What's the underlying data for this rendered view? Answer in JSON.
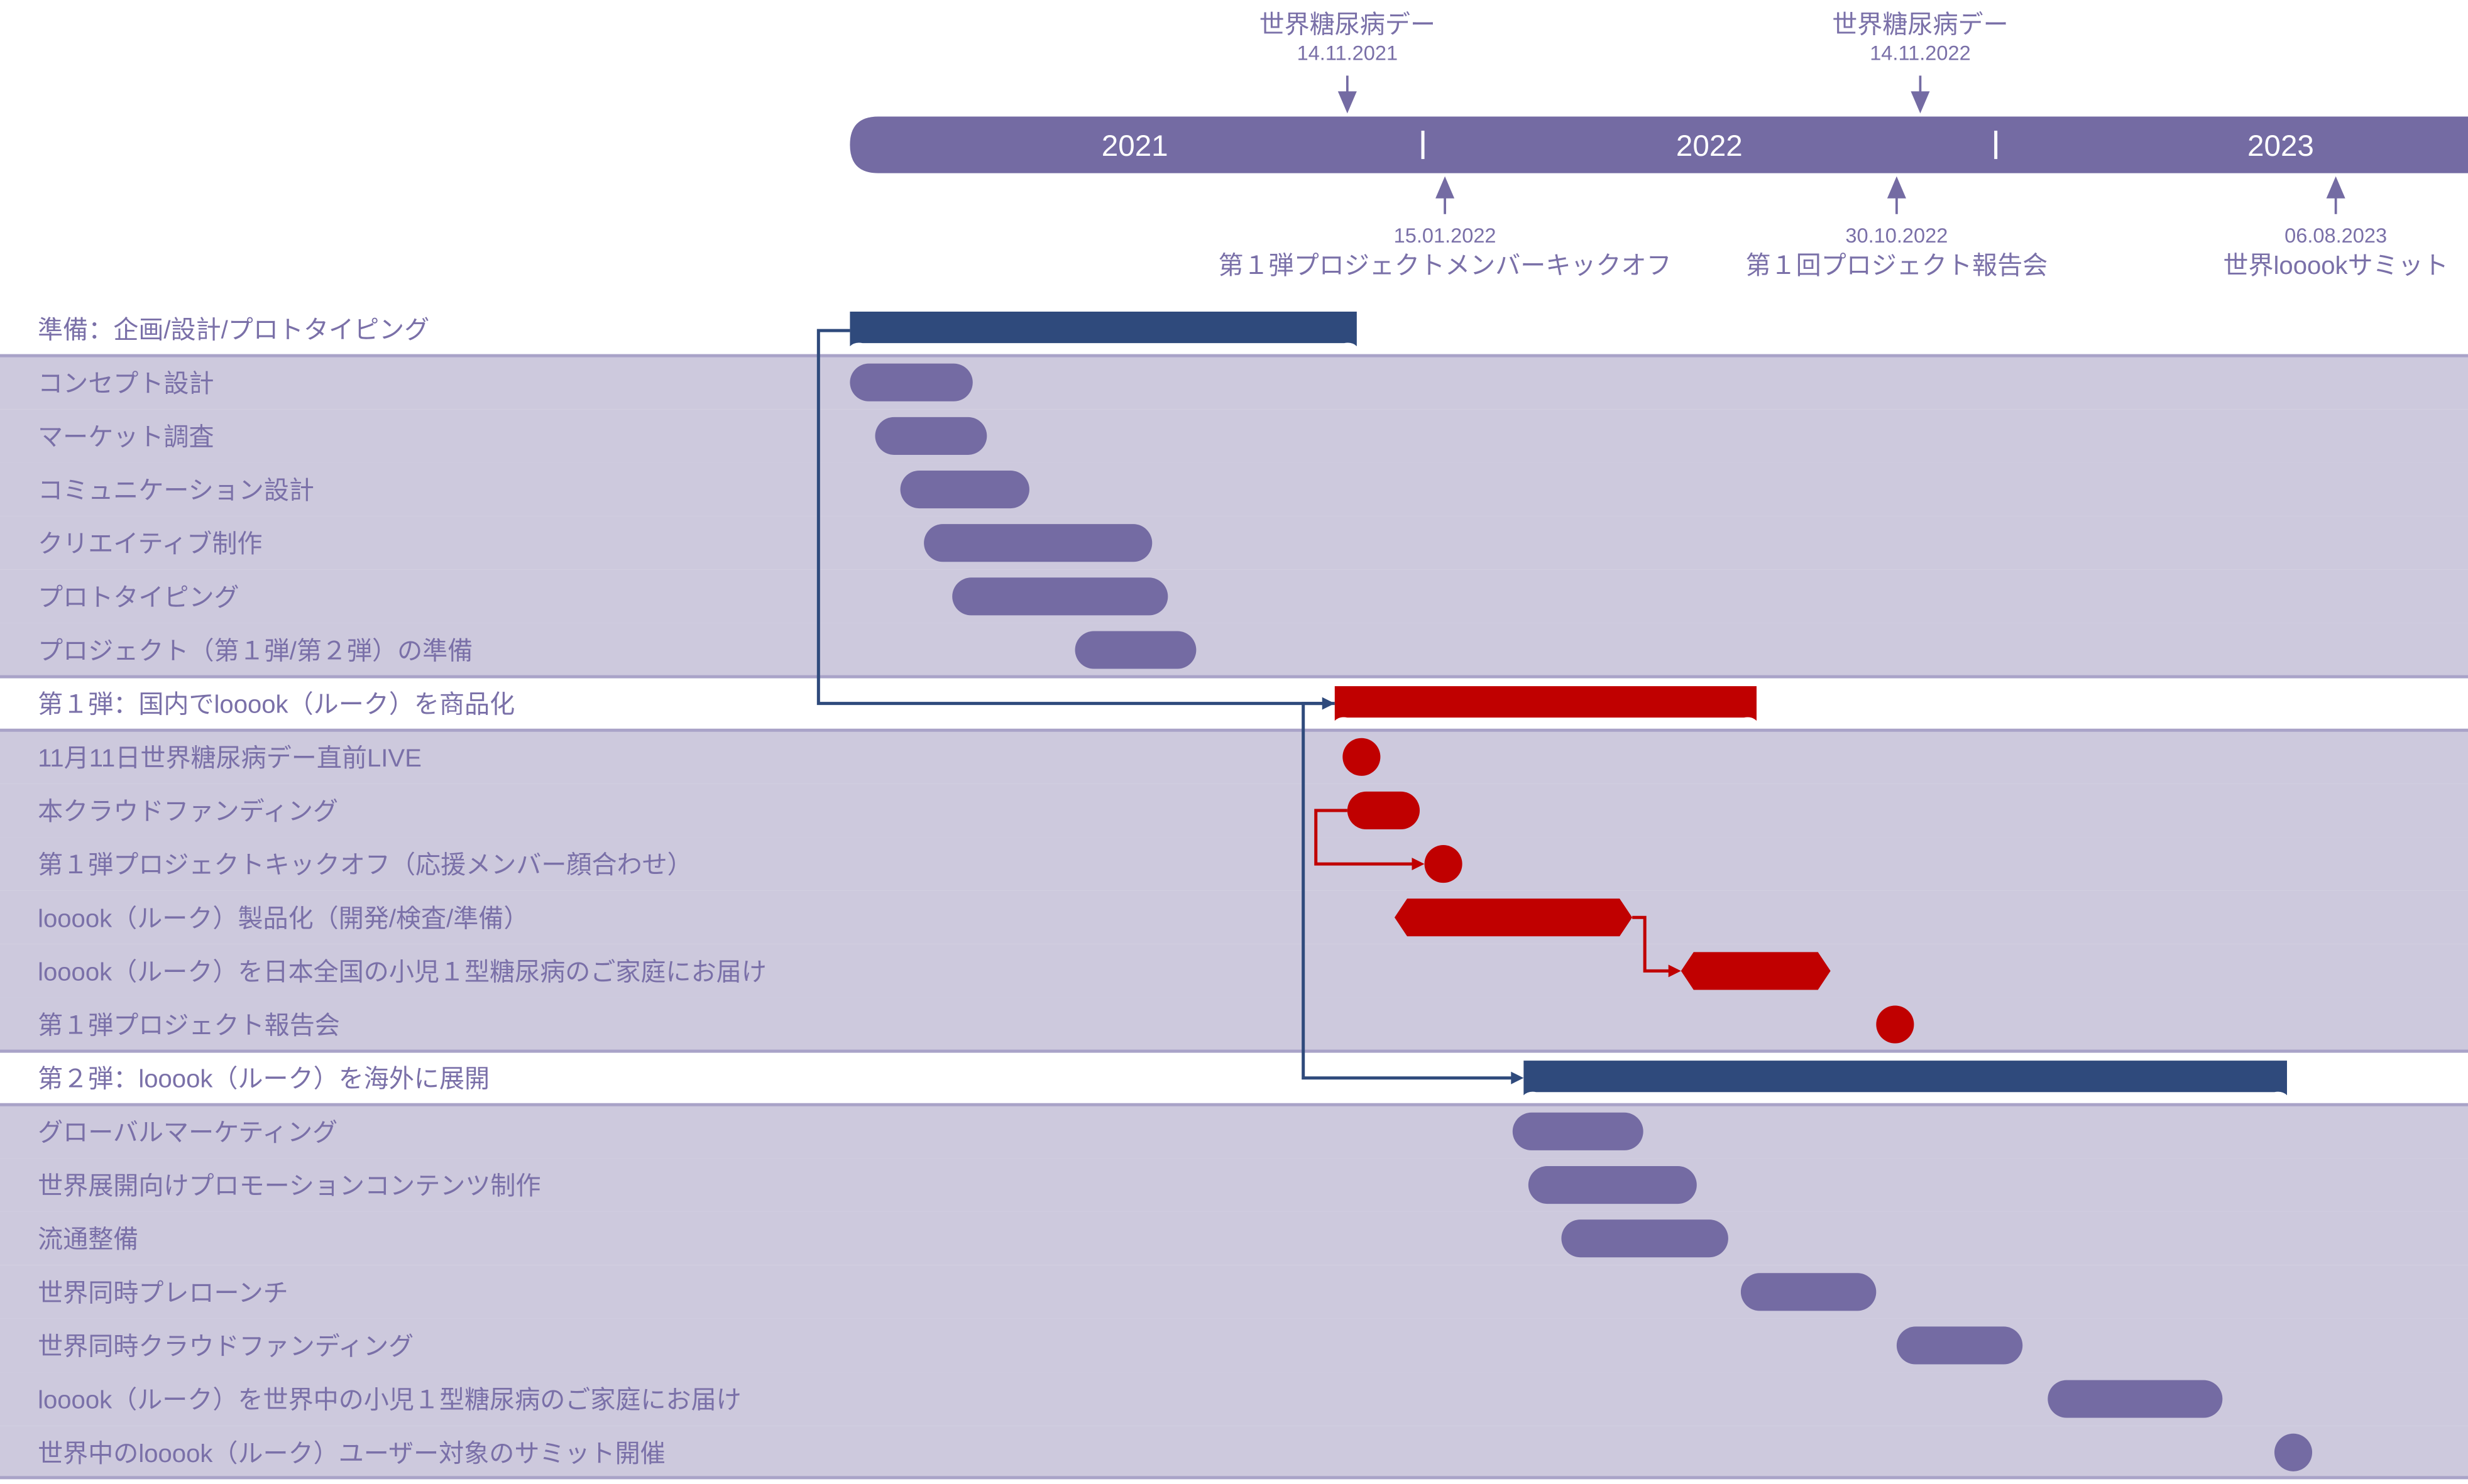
{
  "chart_data": {
    "type": "gantt",
    "colors": {
      "timeline": "#746ba3",
      "task": "#746ba3",
      "phase1": "#c00000",
      "header_bar": "#2f4a7c",
      "row_bg": "#cdc9dd",
      "text": "#7a70a8"
    },
    "years": [
      "2021",
      "2022",
      "2023"
    ],
    "milestones_top": [
      {
        "title": "世界糖尿病デー",
        "date": "14.11.2021"
      },
      {
        "title": "世界糖尿病デー",
        "date": "14.11.2022"
      }
    ],
    "milestones_bottom": [
      {
        "title": "第１弾プロジェクトメンバーキックオフ",
        "date": "15.01.2022"
      },
      {
        "title": "第１回プロジェクト報告会",
        "date": "30.10.2022"
      },
      {
        "title": "世界looookサミット",
        "date": "06.08.2023"
      }
    ],
    "rows": [
      {
        "label": "準備：企画/設計/プロトタイピング",
        "kind": "header"
      },
      {
        "label": "コンセプト設計",
        "kind": "task"
      },
      {
        "label": "マーケット調査",
        "kind": "task"
      },
      {
        "label": "コミュニケーション設計",
        "kind": "task"
      },
      {
        "label": "クリエイティブ制作",
        "kind": "task"
      },
      {
        "label": "プロトタイピング",
        "kind": "task"
      },
      {
        "label": "プロジェクト（第１弾/第２弾）の準備",
        "kind": "task"
      },
      {
        "label": "第１弾：国内でlooook（ルーク）を商品化",
        "kind": "header"
      },
      {
        "label": "11月11日世界糖尿病デー直前LIVE",
        "kind": "milestone"
      },
      {
        "label": "本クラウドファンディング",
        "kind": "task"
      },
      {
        "label": "第１弾プロジェクトキックオフ（応援メンバー顔合わせ）",
        "kind": "milestone"
      },
      {
        "label": "looook（ルーク）製品化（開発/検査/準備）",
        "kind": "task"
      },
      {
        "label": "looook（ルーク）を日本全国の小児１型糖尿病のご家庭にお届け",
        "kind": "task"
      },
      {
        "label": "第１弾プロジェクト報告会",
        "kind": "milestone"
      },
      {
        "label": "第２弾：looook（ルーク）を海外に展開",
        "kind": "header"
      },
      {
        "label": "グローバルマーケティング",
        "kind": "task"
      },
      {
        "label": "世界展開向けプロモーションコンテンツ制作",
        "kind": "task"
      },
      {
        "label": "流通整備",
        "kind": "task"
      },
      {
        "label": "世界同時プレローンチ",
        "kind": "task"
      },
      {
        "label": "世界同時クラウドファンディング",
        "kind": "task"
      },
      {
        "label": "looook（ルーク）を世界中の小児１型糖尿病のご家庭にお届け",
        "kind": "task"
      },
      {
        "label": "世界中のlooook（ルーク）ユーザー対象のサミット開催",
        "kind": "milestone"
      }
    ]
  }
}
